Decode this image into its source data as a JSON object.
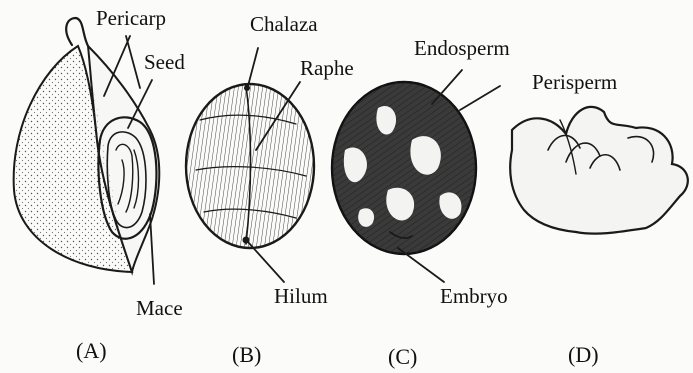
{
  "labels": {
    "pericarp": "Pericarp",
    "seed": "Seed",
    "mace": "Mace",
    "chalaza": "Chalaza",
    "raphe": "Raphe",
    "hilum": "Hilum",
    "endosperm": "Endosperm",
    "embryo": "Embryo",
    "perisperm": "Perisperm"
  },
  "captions": {
    "a": "(A)",
    "b": "(B)",
    "c": "(C)",
    "d": "(D)"
  }
}
